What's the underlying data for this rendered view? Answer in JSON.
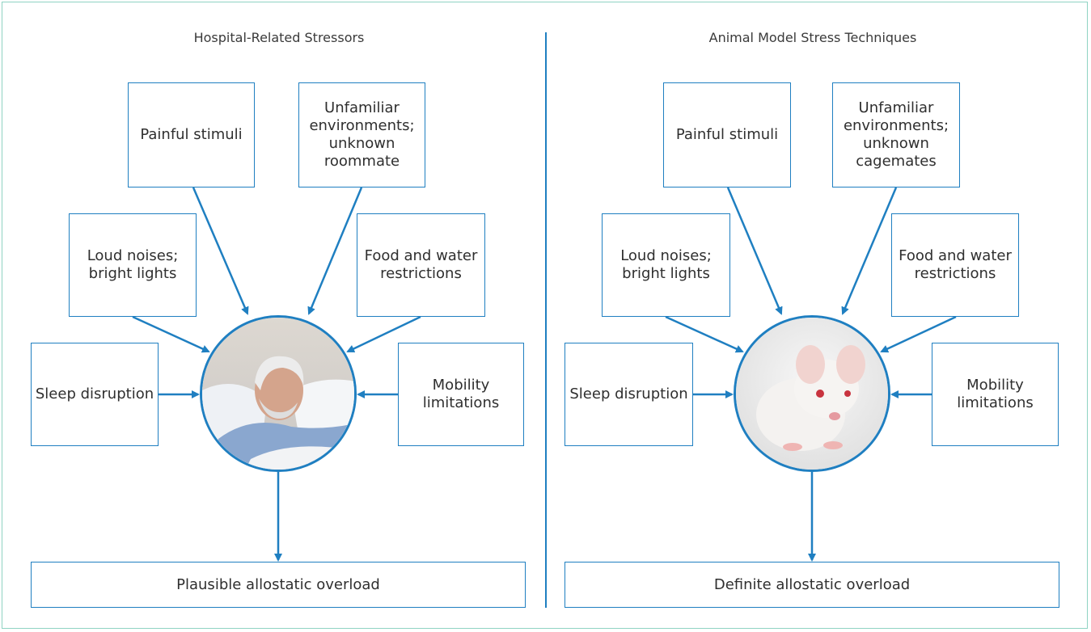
{
  "left": {
    "title": "Hospital-Related Stressors",
    "painful": "Painful stimuli",
    "unfamiliar": "Unfamiliar environments; unknown roommate",
    "noise": "Loud noises; bright lights",
    "food": "Food and water restrictions",
    "sleep": "Sleep disruption",
    "mobility": "Mobility limitations",
    "outcome": "Plausible allostatic overload",
    "image": "elderly-patient-in-hospital-bed-photo"
  },
  "right": {
    "title": "Animal Model Stress Techniques",
    "painful": "Painful stimuli",
    "unfamiliar": "Unfamiliar environments; unknown cagemates",
    "noise": "Loud noises; bright lights",
    "food": "Food and water restrictions",
    "sleep": "Sleep disruption",
    "mobility": "Mobility limitations",
    "outcome": "Definite allostatic overload",
    "image": "white-mouse-photo"
  },
  "colors": {
    "accent": "#1f7fc1",
    "frame": "#8fd3c3"
  }
}
